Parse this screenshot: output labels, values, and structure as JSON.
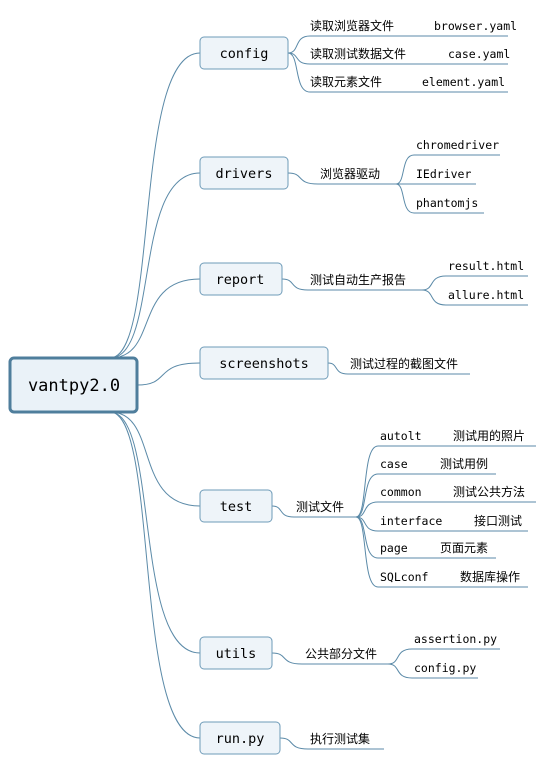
{
  "colors": {
    "line": "#5b8aa8",
    "root_border": "#4f7e9c",
    "root_fill": "#eaf2f8",
    "node_border": "#6e9bb8",
    "node_fill": "#eef4f9"
  },
  "root": {
    "label": "vantpy2.0"
  },
  "branches": [
    {
      "label": "config",
      "children": [
        {
          "label": "读取浏览器文件",
          "value": "browser.yaml"
        },
        {
          "label": "读取测试数据文件",
          "value": "case.yaml"
        },
        {
          "label": "读取元素文件",
          "value": "element.yaml"
        }
      ]
    },
    {
      "label": "drivers",
      "children": [
        {
          "label": "浏览器驱动",
          "items": [
            "chromedriver",
            "IEdriver",
            "phantomjs"
          ]
        }
      ]
    },
    {
      "label": "report",
      "children": [
        {
          "label": "测试自动生产报告",
          "items": [
            "result.html",
            "allure.html"
          ]
        }
      ]
    },
    {
      "label": "screenshots",
      "children": [
        {
          "label": "测试过程的截图文件"
        }
      ]
    },
    {
      "label": "test",
      "children": [
        {
          "label": "测试文件",
          "pairs": [
            {
              "label": "autolt",
              "value": "测试用的照片"
            },
            {
              "label": "case",
              "value": "测试用例"
            },
            {
              "label": "common",
              "value": "测试公共方法"
            },
            {
              "label": "interface",
              "value": "接口测试"
            },
            {
              "label": "page",
              "value": "页面元素"
            },
            {
              "label": "SQLconf",
              "value": "数据库操作"
            }
          ]
        }
      ]
    },
    {
      "label": "utils",
      "children": [
        {
          "label": "公共部分文件",
          "items": [
            "assertion.py",
            "config.py"
          ]
        }
      ]
    },
    {
      "label": "run.py",
      "children": [
        {
          "label": "执行测试集"
        }
      ]
    }
  ]
}
